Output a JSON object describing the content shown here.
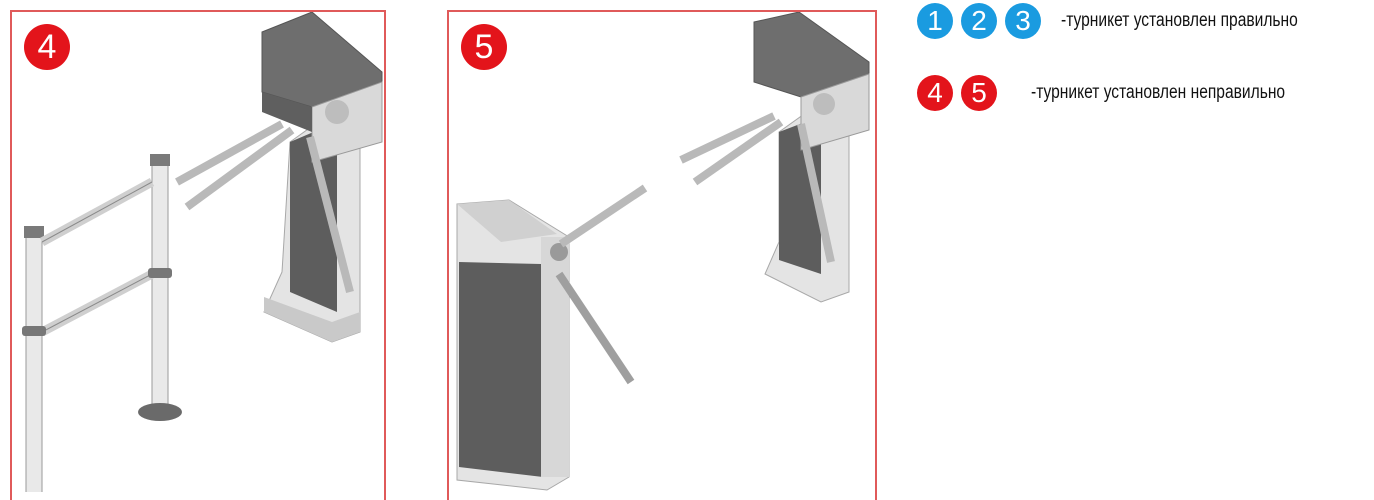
{
  "panels": [
    {
      "badge": "4",
      "color": "#e3141b"
    },
    {
      "badge": "5",
      "color": "#e3141b"
    }
  ],
  "legend": {
    "correct": {
      "badges": [
        "1",
        "2",
        "3"
      ],
      "text": "-турникет установлен правильно",
      "color": "#1a9be0"
    },
    "incorrect": {
      "badges": [
        "4",
        "5"
      ],
      "text": "-турникет установлен неправильно",
      "color": "#e3141b"
    }
  },
  "colors": {
    "frame": "#e05a5a",
    "housing_light": "#e6e6e6",
    "housing_dark": "#6f6f6f",
    "panel_dark": "#5c5c5c",
    "arm": "#b5b5b5"
  }
}
